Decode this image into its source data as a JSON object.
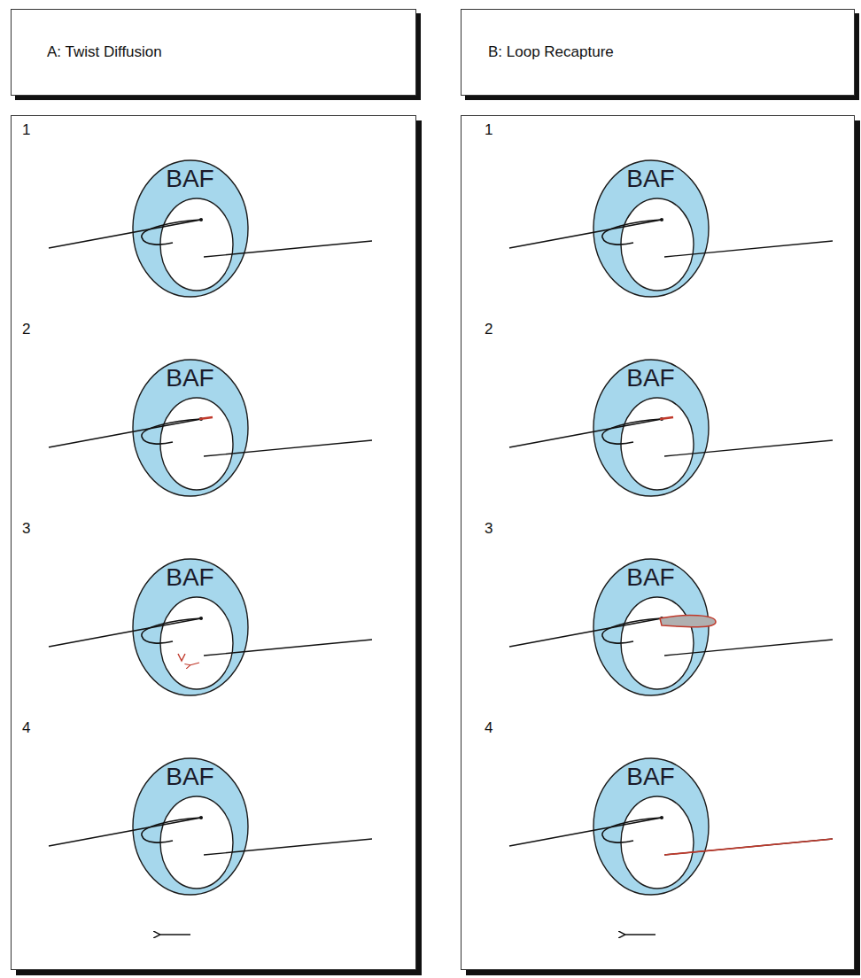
{
  "diagram": {
    "nodes": [
      {
        "text": [
          "A: Twist Diffusion"
        ]
      },
      {
        "text": [
          "B: Loop Recapture"
        ]
      },
      {
        "text": [
          "1",
          "2",
          "3",
          "4"
        ]
      },
      {
        "text": [
          "BAF"
        ],
        "in": 2
      },
      {
        "text": [
          "BAF"
        ],
        "in": 2
      },
      {
        "text": [
          "BAF"
        ],
        "in": 2
      },
      {
        "text": [
          "BAF"
        ],
        "in": 2
      },
      {
        "text": [
          "1",
          "2",
          "3",
          "4"
        ]
      },
      {
        "text": [
          "BAF"
        ],
        "in": 7
      },
      {
        "text": [
          "BAF"
        ],
        "in": 7
      },
      {
        "text": [
          "BAF"
        ],
        "in": 7
      },
      {
        "text": [
          "BAF"
        ],
        "in": 7
      }
    ]
  }
}
